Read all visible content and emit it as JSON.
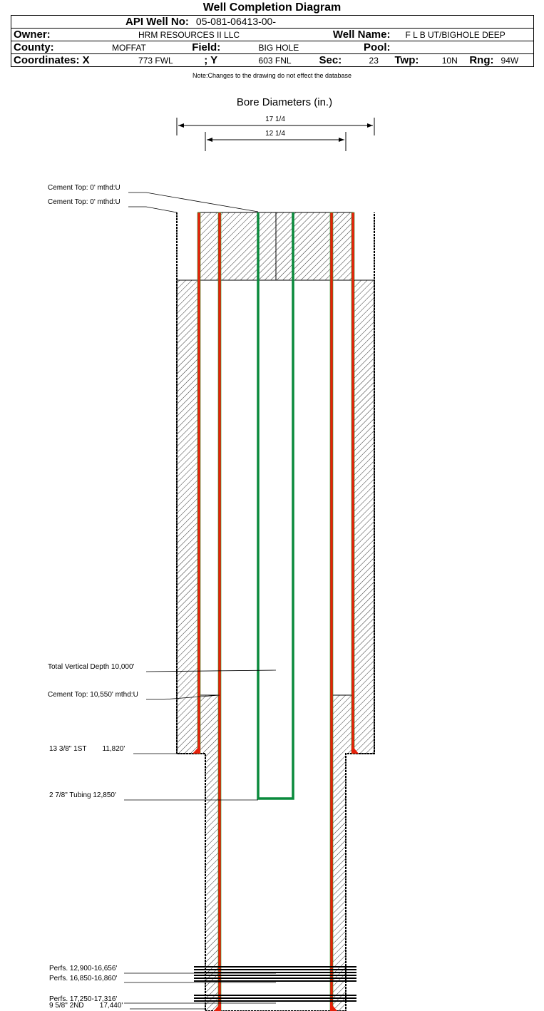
{
  "title": "Well Completion Diagram",
  "header": {
    "api_label": "API Well No:",
    "api_value": "05-081-06413-00-",
    "owner_label": "Owner:",
    "owner_value": "HRM RESOURCES II LLC",
    "well_name_label": "Well Name:",
    "well_name_value": "F L B UT/BIGHOLE DEEP",
    "county_label": "County:",
    "county_value": "MOFFAT",
    "field_label": "Field:",
    "field_value": "BIG HOLE",
    "pool_label": "Pool:",
    "pool_value": "",
    "coord_x_label": "Coordinates: X",
    "coord_x_value": "773 FWL",
    "coord_y_label": "; Y",
    "coord_y_value": "603 FNL",
    "sec_label": "Sec:",
    "sec_value": "23",
    "twp_label": "Twp:",
    "twp_value": "10N",
    "rng_label": "Rng:",
    "rng_value": "94W"
  },
  "note": "Note:Changes to the drawing do not effect the database",
  "diagram": {
    "bore_title": "Bore Diameters (in.)",
    "bore_1": "17 1/4",
    "bore_2": "12 1/4",
    "labels": {
      "cement_top_1": "Cement Top: 0' mthd:U",
      "cement_top_2": "Cement Top: 0' mthd:U",
      "tvd": "Total Vertical Depth 10,000'",
      "cement_top_3": "Cement Top: 10,550' mthd:U",
      "casing_1": "13 3/8\" 1ST        11,820'",
      "tubing": "2 7/8\" Tubing 12,850'",
      "perfs_1": "Perfs. 12,900-16,656'",
      "perfs_2": "Perfs. 16,850-16,860'",
      "perfs_3": "Perfs. 17,250-17,316'",
      "casing_2": "9 5/8\" 2ND        17,440'"
    },
    "colors": {
      "casing": "#e8200a",
      "tubing": "#0a8a3c",
      "casing_edge": "#2a9a2a"
    }
  }
}
